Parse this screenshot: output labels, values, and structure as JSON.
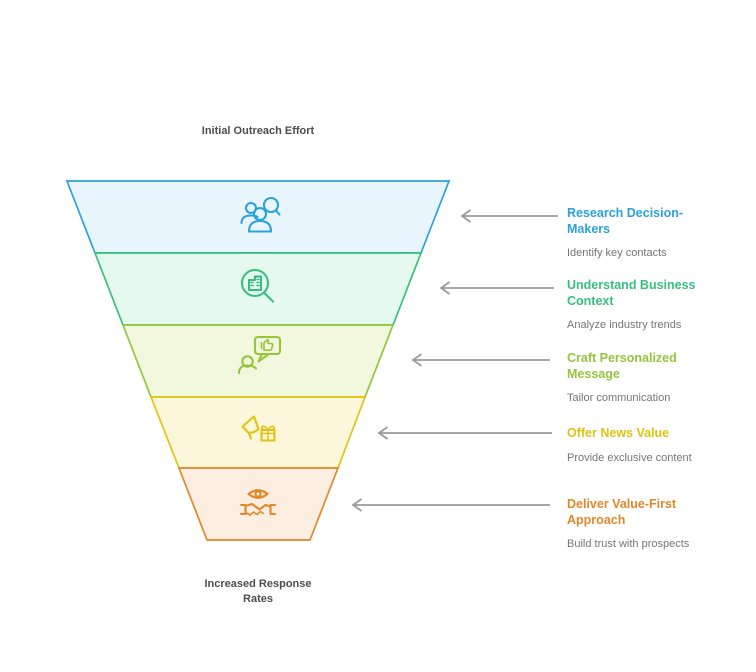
{
  "diagram": {
    "type": "funnel",
    "top_label": "Initial Outreach Effort",
    "bottom_label": "Increased Response Rates",
    "arrow_color": "#9B9B9B",
    "label_color": "#4D4D4D",
    "subtitle_color": "#757575",
    "background": "#FFFFFF",
    "levels": [
      {
        "title": "Research Decision-Makers",
        "subtitle": "Identify key contacts",
        "color": "#2BA2DB",
        "fill": "#E8F5FC",
        "icon": "people-search-icon"
      },
      {
        "title": "Understand Business Context",
        "subtitle": "Analyze industry trends",
        "color": "#38BF7E",
        "fill": "#E6F9EF",
        "icon": "business-magnifier-icon"
      },
      {
        "title": "Craft Personalized Message",
        "subtitle": "Tailor communication",
        "color": "#96C43C",
        "fill": "#F2F8DE",
        "icon": "person-message-icon"
      },
      {
        "title": "Offer News Value",
        "subtitle": "Provide exclusive content",
        "color": "#E2C313",
        "fill": "#FCF7DA",
        "icon": "megaphone-gift-icon"
      },
      {
        "title": "Deliver Value-First Approach",
        "subtitle": "Build trust with prospects",
        "color": "#E2882A",
        "fill": "#FCEFE2",
        "icon": "eye-handshake-icon"
      }
    ]
  }
}
